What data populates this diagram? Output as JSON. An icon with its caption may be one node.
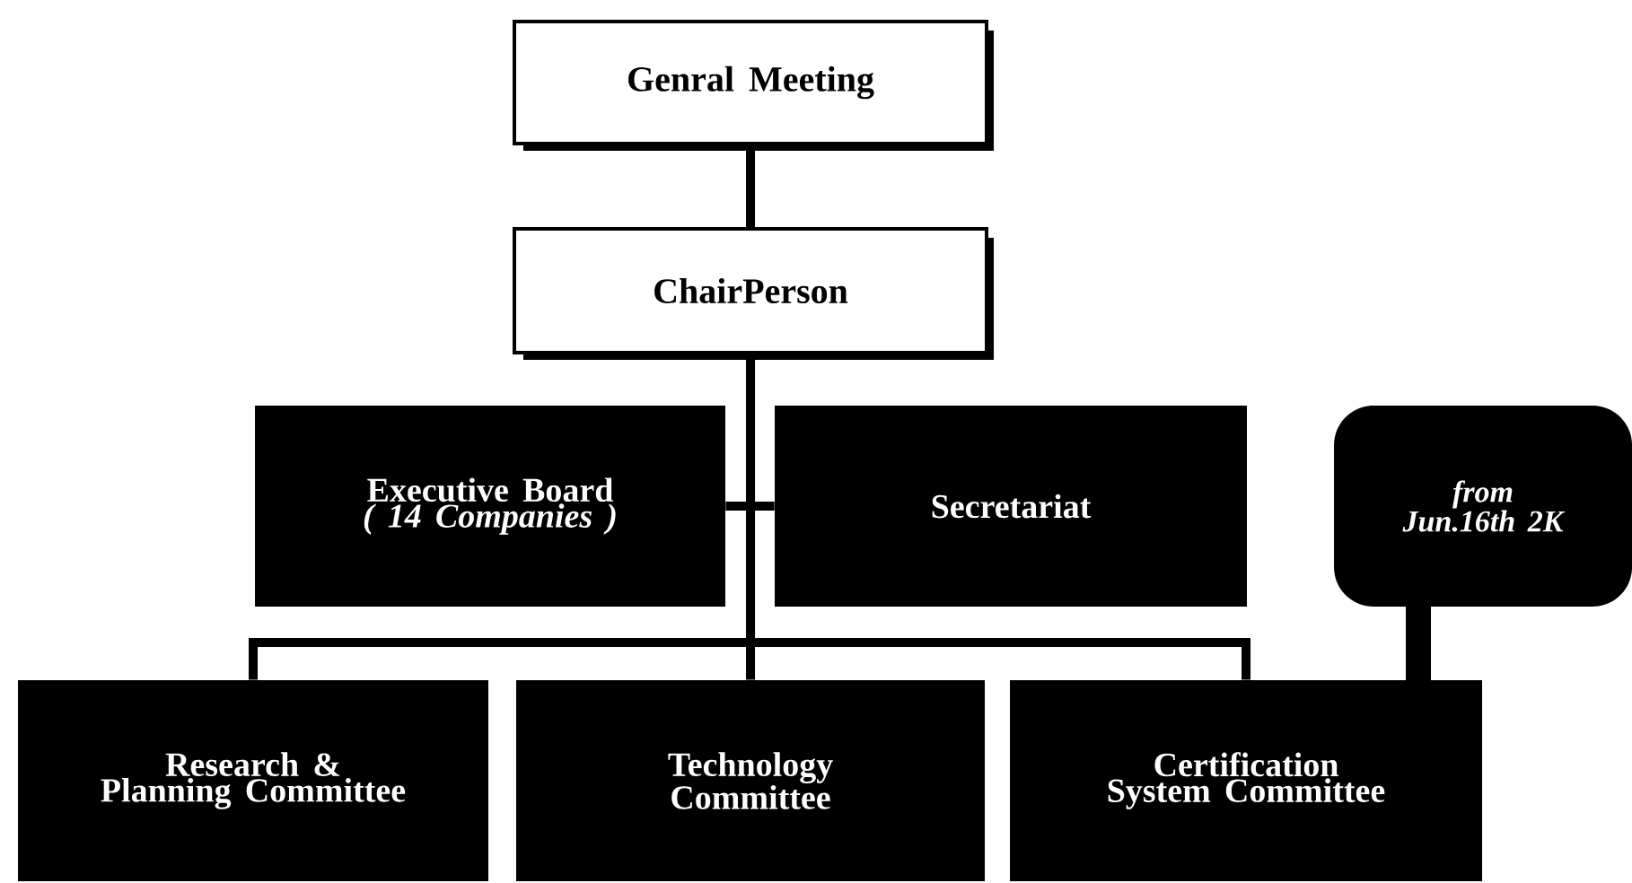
{
  "diagram": {
    "nodes": [
      {
        "text": [
          "Genral Meeting"
        ]
      },
      {
        "text": [
          "ChairPerson"
        ]
      },
      {
        "text": [
          "Executive Board",
          "( 14 Companies )"
        ]
      },
      {
        "text": [
          "Secretariat"
        ]
      },
      {
        "text": [
          "Research & Planning Committee"
        ]
      },
      {
        "text": [
          "Technology Committee"
        ]
      },
      {
        "text": [
          "Certification System Committee"
        ]
      },
      {
        "text": [
          "from Jun.16th 2K"
        ]
      }
    ],
    "edges": [
      {
        "from": 0,
        "to": 1,
        "arrow": "none"
      },
      {
        "from": 1,
        "to": 2,
        "arrow": "none"
      },
      {
        "from": 1,
        "to": 3,
        "arrow": "none"
      },
      {
        "from": 1,
        "to": 4,
        "arrow": "none"
      },
      {
        "from": 1,
        "to": 5,
        "arrow": "none"
      },
      {
        "from": 1,
        "to": 6,
        "arrow": "none"
      },
      {
        "from": 7,
        "to": 6,
        "arrow": "none",
        "style": "thick"
      }
    ]
  }
}
